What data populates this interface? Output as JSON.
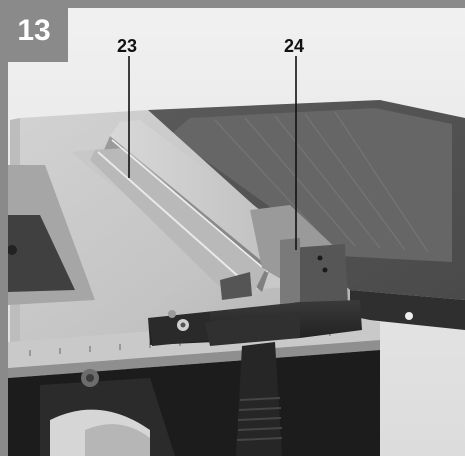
{
  "figure": {
    "number": "13",
    "callouts": [
      {
        "label": "23",
        "target": "rip-fence-guide-rail"
      },
      {
        "label": "24",
        "target": "rip-fence-clamp"
      }
    ]
  },
  "colors": {
    "frame": "#8a8a8a",
    "badge_text": "#ffffff",
    "callout_text": "#111111"
  }
}
